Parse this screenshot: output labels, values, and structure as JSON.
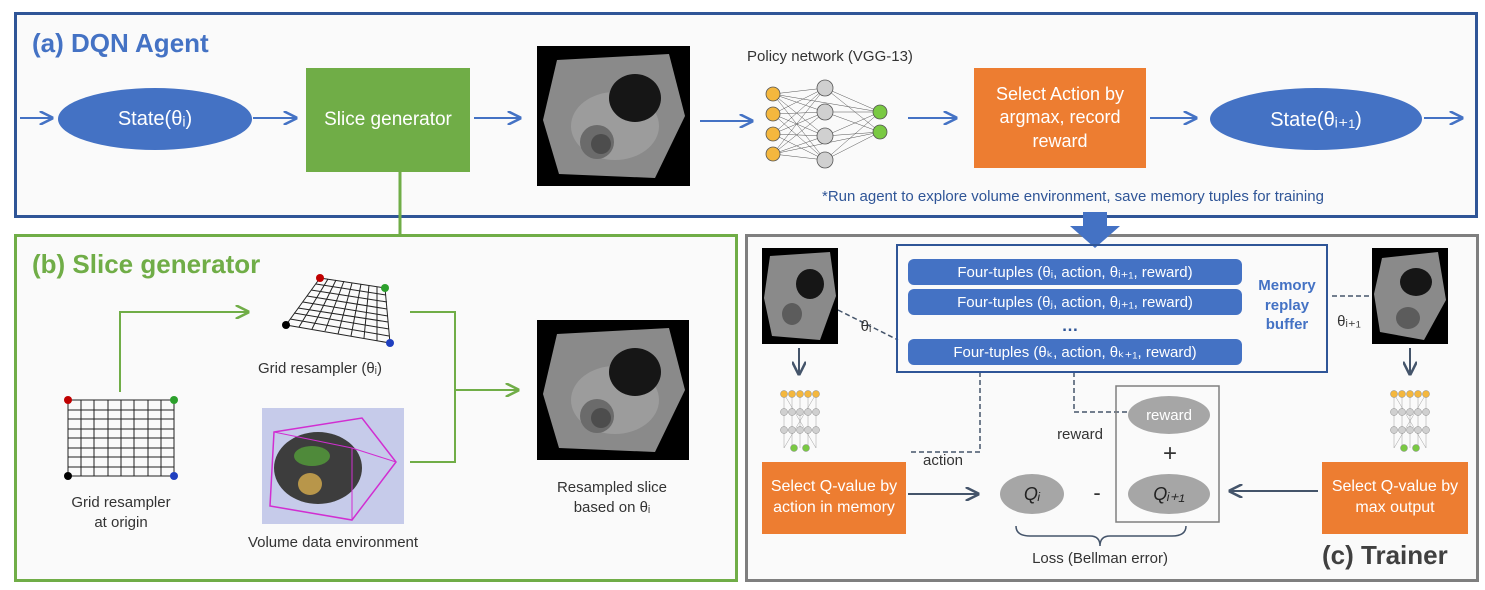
{
  "panel_a": {
    "title": "(a) DQN Agent",
    "state_in": "State(θᵢ)",
    "slice_generator": "Slice generator",
    "policy_label": "Policy network (VGG-13)",
    "select_action": "Select Action by argmax, record reward",
    "state_out": "State(θᵢ₊₁)",
    "note": "*Run agent to explore volume  environment, save memory tuples for training"
  },
  "panel_b": {
    "title": "(b) Slice generator",
    "grid_resampler_theta": "Grid resampler (θᵢ)",
    "grid_origin_line1": "Grid resampler",
    "grid_origin_line2": "at origin",
    "volume_label": "Volume data environment",
    "resampled_line1": "Resampled slice",
    "resampled_line2": "based on θᵢ"
  },
  "panel_c": {
    "title": "(c) Trainer",
    "tuples": [
      "Four-tuples (θᵢ, action, θᵢ₊₁, reward)",
      "Four-tuples (θⱼ, action, θⱼ₊₁, reward)",
      "Four-tuples (θₖ, action, θₖ₊₁, reward)"
    ],
    "ellipsis": "…",
    "memory_line1": "Memory",
    "memory_line2": "replay",
    "memory_line3": "buffer",
    "theta_left": "θᵢ",
    "theta_right": "θᵢ₊₁",
    "select_q_action": "Select Q-value by action in memory",
    "select_q_max": "Select Q-value by max output",
    "action_label": "action",
    "reward_label": "reward",
    "reward_node": "reward",
    "plus": "+",
    "minus": "-",
    "q_i": "Qᵢ",
    "q_i1": "Qᵢ₊₁",
    "loss": "Loss (Bellman error)"
  },
  "colors": {
    "blue": "#4472c4",
    "dark_blue": "#2f5597",
    "green": "#70ad47",
    "orange": "#ed7d31",
    "gray": "#7f7f7f",
    "node_yellow": "#f4b73e",
    "node_green": "#7ac943",
    "node_gray": "#d0d0d0"
  }
}
